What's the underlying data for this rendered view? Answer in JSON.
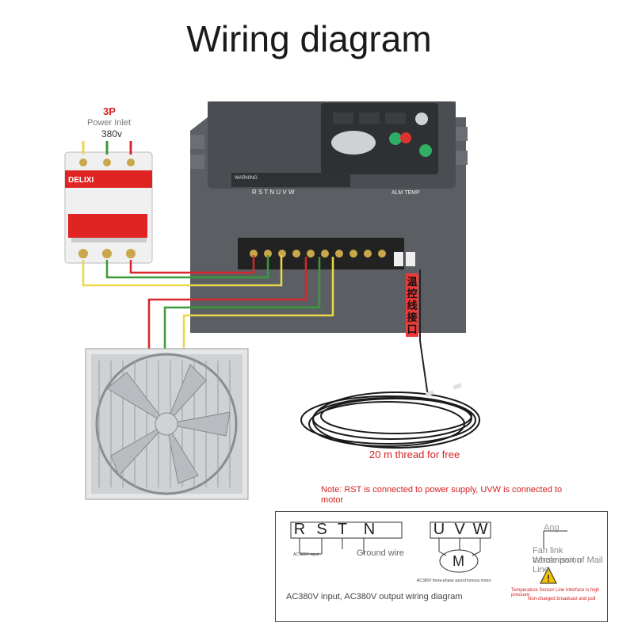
{
  "title": "Wiring diagram",
  "breaker": {
    "label_3p": "3P",
    "label_inlet": "Power Inlet",
    "label_voltage": "380v",
    "brand": "DELIXI"
  },
  "controller": {
    "terminal_labels": "R  S  T  N  U  V  W",
    "alm_temp": "ALM  TEMP",
    "warning": "WARNING",
    "vertical_label": "温控线接口"
  },
  "cable_note": "20 m thread for free",
  "rst_note": "Note: RST is connected to power supply, UVW is connected to motor",
  "diagram": {
    "input_terminals": [
      "R",
      "S",
      "T",
      "N"
    ],
    "output_terminals": [
      "U",
      "V",
      "W"
    ],
    "input_caption": "AC 380V input",
    "ground_caption": "Ground wire",
    "motor_symbol": "M",
    "motor_caption": "AC380V three-phase asynchronous motor",
    "ang_label": "Ang",
    "fan_link": "Fan link transmission",
    "whole_port": "Whole port of Mail Line",
    "temp_sensor": "Temperature Sensor Line Interface is high pressure",
    "non_charged": "Non-charged broadcast and pull",
    "footer": "AC380V input, AC380V output wiring diagram"
  },
  "colors": {
    "wire_red": "#d8262a",
    "wire_green": "#3a9a3a",
    "wire_yellow": "#e8d84a",
    "breaker_red": "#e02424",
    "controller_gray": "#5c5f63"
  }
}
